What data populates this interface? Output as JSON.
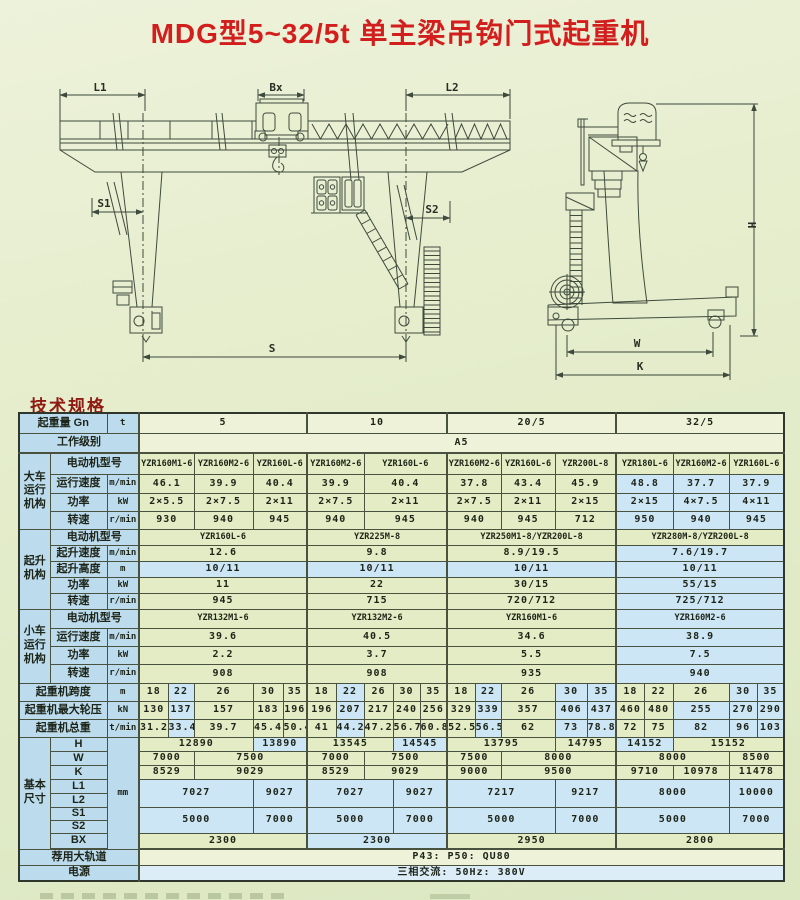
{
  "title": "MDG型5~32/5t 单主梁吊钩门式起重机",
  "spec_heading": "技术规格",
  "drawing": {
    "labels": {
      "L1": "L1",
      "Bx": "Bx",
      "L2": "L2",
      "S1": "S1",
      "S2": "S2",
      "S": "S",
      "H": "H",
      "W": "W",
      "K": "K"
    }
  },
  "colors": {
    "title_red": "#d31e1e",
    "heading_red": "#8e1a12",
    "label_blue": "#bcdcee",
    "data_green": "#e3ecc4",
    "data_blue": "#cde6f5",
    "pale_green": "#edf2d8",
    "grid": "#49523f"
  },
  "table": {
    "rows": [
      [
        {
          "t": "起重量 Gn",
          "c": 2,
          "k": "h"
        },
        {
          "t": "t",
          "k": "u"
        },
        {
          "t": "5",
          "c": 5,
          "k": "p"
        },
        {
          "t": "10",
          "c": 5,
          "k": "p"
        },
        {
          "t": "20/5",
          "c": 5,
          "k": "p"
        },
        {
          "t": "32/5",
          "c": 5,
          "k": "p"
        }
      ],
      [
        {
          "t": "工作级别",
          "c": 3,
          "k": "h"
        },
        {
          "t": "A5",
          "c": 20,
          "k": "p"
        }
      ],
      [
        {
          "t": "大车\n运行\n机构",
          "r": 4,
          "k": "v"
        },
        {
          "t": "电动机型号",
          "c": 2,
          "k": "h"
        },
        {
          "t": "YZR160M1-6",
          "c": 2,
          "k": "m"
        },
        {
          "t": "YZR160M2-6",
          "k": "m"
        },
        {
          "t": "YZR160L-6",
          "c": 2,
          "k": "m"
        },
        {
          "t": "YZR160M2-6",
          "c": 2,
          "k": "m"
        },
        {
          "t": "YZR160L-6",
          "c": 3,
          "k": "m"
        },
        {
          "t": "YZR160M2-6",
          "c": 2,
          "k": "m"
        },
        {
          "t": "YZR160L-6",
          "k": "m"
        },
        {
          "t": "YZR200L-8",
          "c": 2,
          "k": "m"
        },
        {
          "t": "YZR180L-6",
          "c": 2,
          "k": "m"
        },
        {
          "t": "YZR160M2-6",
          "k": "m"
        },
        {
          "t": "YZR160L-6",
          "c": 2,
          "k": "m"
        }
      ],
      [
        {
          "t": "运行速度",
          "k": "h"
        },
        {
          "t": "m/min",
          "k": "u"
        },
        {
          "t": "46.1",
          "c": 2
        },
        {
          "t": "39.9"
        },
        {
          "t": "40.4",
          "c": 2
        },
        {
          "t": "39.9",
          "c": 2
        },
        {
          "t": "40.4",
          "c": 3
        },
        {
          "t": "37.8",
          "c": 2
        },
        {
          "t": "43.4"
        },
        {
          "t": "45.9",
          "c": 2
        },
        {
          "t": "48.8",
          "c": 2,
          "k": "b"
        },
        {
          "t": "37.7",
          "k": "b"
        },
        {
          "t": "37.9",
          "c": 2,
          "k": "b"
        }
      ],
      [
        {
          "t": "功率",
          "k": "h"
        },
        {
          "t": "kW",
          "k": "u"
        },
        {
          "t": "2×5.5",
          "c": 2
        },
        {
          "t": "2×7.5"
        },
        {
          "t": "2×11",
          "c": 2
        },
        {
          "t": "2×7.5",
          "c": 2
        },
        {
          "t": "2×11",
          "c": 3
        },
        {
          "t": "2×7.5",
          "c": 2
        },
        {
          "t": "2×11"
        },
        {
          "t": "2×15",
          "c": 2
        },
        {
          "t": "2×15",
          "c": 2,
          "k": "b"
        },
        {
          "t": "4×7.5",
          "k": "b"
        },
        {
          "t": "4×11",
          "c": 2,
          "k": "b"
        }
      ],
      [
        {
          "t": "转速",
          "k": "h"
        },
        {
          "t": "r/min",
          "k": "u"
        },
        {
          "t": "930",
          "c": 2
        },
        {
          "t": "940"
        },
        {
          "t": "945",
          "c": 2
        },
        {
          "t": "940",
          "c": 2
        },
        {
          "t": "945",
          "c": 3
        },
        {
          "t": "940",
          "c": 2
        },
        {
          "t": "945"
        },
        {
          "t": "712",
          "c": 2
        },
        {
          "t": "950",
          "c": 2,
          "k": "b"
        },
        {
          "t": "940",
          "k": "b"
        },
        {
          "t": "945",
          "c": 2,
          "k": "b"
        }
      ],
      [
        {
          "t": "起升\n机构",
          "r": 5,
          "k": "v"
        },
        {
          "t": "电动机型号",
          "c": 2,
          "k": "h"
        },
        {
          "t": "YZR160L-6",
          "c": 5,
          "k": "m"
        },
        {
          "t": "YZR225M-8",
          "c": 5,
          "k": "m"
        },
        {
          "t": "YZR250M1-8/YZR200L-8",
          "c": 5,
          "k": "m"
        },
        {
          "t": "YZR280M-8/YZR200L-8",
          "c": 5,
          "k": "m"
        }
      ],
      [
        {
          "t": "起升速度",
          "k": "h"
        },
        {
          "t": "m/min",
          "k": "u"
        },
        {
          "t": "12.6",
          "c": 5
        },
        {
          "t": "9.8",
          "c": 5
        },
        {
          "t": "8.9/19.5",
          "c": 5
        },
        {
          "t": "7.6/19.7",
          "c": 5,
          "k": "b"
        }
      ],
      [
        {
          "t": "起升高度",
          "k": "h"
        },
        {
          "t": "m",
          "k": "u"
        },
        {
          "t": "10/11",
          "c": 5,
          "k": "b"
        },
        {
          "t": "10/11",
          "c": 5,
          "k": "b"
        },
        {
          "t": "10/11",
          "c": 5,
          "k": "b"
        },
        {
          "t": "10/11",
          "c": 5,
          "k": "b"
        }
      ],
      [
        {
          "t": "功率",
          "k": "h"
        },
        {
          "t": "kW",
          "k": "u"
        },
        {
          "t": "11",
          "c": 5
        },
        {
          "t": "22",
          "c": 5
        },
        {
          "t": "30/15",
          "c": 5
        },
        {
          "t": "55/15",
          "c": 5,
          "k": "b"
        }
      ],
      [
        {
          "t": "转速",
          "k": "h"
        },
        {
          "t": "r/min",
          "k": "u"
        },
        {
          "t": "945",
          "c": 5
        },
        {
          "t": "715",
          "c": 5
        },
        {
          "t": "720/712",
          "c": 5
        },
        {
          "t": "725/712",
          "c": 5,
          "k": "b"
        }
      ],
      [
        {
          "t": "小车\n运行\n机构",
          "r": 4,
          "k": "v"
        },
        {
          "t": "电动机型号",
          "c": 2,
          "k": "h"
        },
        {
          "t": "YZR132M1-6",
          "c": 5,
          "k": "m"
        },
        {
          "t": "YZR132M2-6",
          "c": 5,
          "k": "m"
        },
        {
          "t": "YZR160M1-6",
          "c": 5,
          "k": "m"
        },
        {
          "t": "YZR160M2-6",
          "c": 5,
          "k": "mb"
        }
      ],
      [
        {
          "t": "运行速度",
          "k": "h"
        },
        {
          "t": "m/min",
          "k": "u"
        },
        {
          "t": "39.6",
          "c": 5
        },
        {
          "t": "40.5",
          "c": 5
        },
        {
          "t": "34.6",
          "c": 5
        },
        {
          "t": "38.9",
          "c": 5,
          "k": "b"
        }
      ],
      [
        {
          "t": "功率",
          "k": "h"
        },
        {
          "t": "kW",
          "k": "u"
        },
        {
          "t": "2.2",
          "c": 5
        },
        {
          "t": "3.7",
          "c": 5
        },
        {
          "t": "5.5",
          "c": 5
        },
        {
          "t": "7.5",
          "c": 5,
          "k": "b"
        }
      ],
      [
        {
          "t": "转速",
          "k": "h"
        },
        {
          "t": "r/min",
          "k": "u"
        },
        {
          "t": "908",
          "c": 5
        },
        {
          "t": "908",
          "c": 5
        },
        {
          "t": "935",
          "c": 5
        },
        {
          "t": "940",
          "c": 5,
          "k": "b"
        }
      ],
      [
        {
          "t": "起重机跨度",
          "c": 2,
          "k": "h"
        },
        {
          "t": "m",
          "k": "u"
        },
        {
          "t": "18"
        },
        {
          "t": "22",
          "k": "b"
        },
        {
          "t": "26"
        },
        {
          "t": "30"
        },
        {
          "t": "35"
        },
        {
          "t": "18"
        },
        {
          "t": "22",
          "k": "b"
        },
        {
          "t": "26"
        },
        {
          "t": "30"
        },
        {
          "t": "35"
        },
        {
          "t": "18"
        },
        {
          "t": "22",
          "k": "b"
        },
        {
          "t": "26"
        },
        {
          "t": "30",
          "k": "b"
        },
        {
          "t": "35",
          "k": "b"
        },
        {
          "t": "18"
        },
        {
          "t": "22"
        },
        {
          "t": "26"
        },
        {
          "t": "30",
          "k": "b"
        },
        {
          "t": "35",
          "k": "b"
        }
      ],
      [
        {
          "t": "起重机最大轮压",
          "c": 2,
          "k": "h"
        },
        {
          "t": "kN",
          "k": "u"
        },
        {
          "t": "130"
        },
        {
          "t": "137",
          "k": "b"
        },
        {
          "t": "157"
        },
        {
          "t": "183"
        },
        {
          "t": "196"
        },
        {
          "t": "196"
        },
        {
          "t": "207",
          "k": "b"
        },
        {
          "t": "217"
        },
        {
          "t": "240"
        },
        {
          "t": "256"
        },
        {
          "t": "329"
        },
        {
          "t": "339",
          "k": "b"
        },
        {
          "t": "357"
        },
        {
          "t": "406",
          "k": "b"
        },
        {
          "t": "437",
          "k": "b"
        },
        {
          "t": "460"
        },
        {
          "t": "480"
        },
        {
          "t": "255",
          "k": "b"
        },
        {
          "t": "270",
          "k": "b"
        },
        {
          "t": "290",
          "k": "b"
        }
      ],
      [
        {
          "t": "起重机总重",
          "c": 2,
          "k": "h"
        },
        {
          "t": "t/min",
          "k": "u"
        },
        {
          "t": "31.2"
        },
        {
          "t": "33.4",
          "k": "b"
        },
        {
          "t": "39.7"
        },
        {
          "t": "45.4"
        },
        {
          "t": "50.4"
        },
        {
          "t": "41"
        },
        {
          "t": "44.2",
          "k": "b"
        },
        {
          "t": "47.2"
        },
        {
          "t": "56.7"
        },
        {
          "t": "60.8"
        },
        {
          "t": "52.5"
        },
        {
          "t": "56.5",
          "k": "b"
        },
        {
          "t": "62"
        },
        {
          "t": "73",
          "k": "b"
        },
        {
          "t": "78.8",
          "k": "b"
        },
        {
          "t": "72"
        },
        {
          "t": "75"
        },
        {
          "t": "82",
          "k": "b"
        },
        {
          "t": "96",
          "k": "b"
        },
        {
          "t": "103",
          "k": "b"
        }
      ],
      [
        {
          "t": "基本\n尺寸",
          "r": 8,
          "k": "v"
        },
        {
          "t": "H",
          "k": "h"
        },
        {
          "t": "mm",
          "r": 8,
          "k": "u"
        },
        {
          "t": "12890",
          "c": 3
        },
        {
          "t": "13890",
          "c": 2,
          "k": "b"
        },
        {
          "t": "13545",
          "c": 3
        },
        {
          "t": "14545",
          "c": 2,
          "k": "b"
        },
        {
          "t": "13795",
          "c": 3
        },
        {
          "t": "14795",
          "c": 2
        },
        {
          "t": "14152",
          "c": 2,
          "k": "b"
        },
        {
          "t": "15152",
          "c": 3
        }
      ],
      [
        {
          "t": "W",
          "k": "h"
        },
        {
          "t": "7000",
          "c": 2
        },
        {
          "t": "7500",
          "c": 3
        },
        {
          "t": "7000",
          "c": 2
        },
        {
          "t": "7500",
          "c": 3
        },
        {
          "t": "7500",
          "c": 2
        },
        {
          "t": "8000",
          "c": 3
        },
        {
          "t": "8000",
          "c": 3
        },
        {
          "t": "8500",
          "c": 2
        }
      ],
      [
        {
          "t": "K",
          "k": "h"
        },
        {
          "t": "8529",
          "c": 2
        },
        {
          "t": "9029",
          "c": 3
        },
        {
          "t": "8529",
          "c": 2
        },
        {
          "t": "9029",
          "c": 3
        },
        {
          "t": "9000",
          "c": 2
        },
        {
          "t": "9500",
          "c": 3
        },
        {
          "t": "9710",
          "c": 2
        },
        {
          "t": "10978"
        },
        {
          "t": "11478",
          "c": 2
        }
      ],
      [
        {
          "t": "L1",
          "k": "h"
        },
        {
          "t": "7027",
          "c": 3,
          "r": 2,
          "k": "b"
        },
        {
          "t": "9027",
          "c": 2,
          "r": 2,
          "k": "b"
        },
        {
          "t": "7027",
          "c": 3,
          "r": 2,
          "k": "b"
        },
        {
          "t": "9027",
          "c": 2,
          "r": 2,
          "k": "b"
        },
        {
          "t": "7217",
          "c": 3,
          "r": 2,
          "k": "b"
        },
        {
          "t": "9217",
          "c": 2,
          "r": 2,
          "k": "b"
        },
        {
          "t": "8000",
          "c": 3,
          "r": 2,
          "k": "b"
        },
        {
          "t": "10000",
          "c": 2,
          "r": 2,
          "k": "b"
        }
      ],
      [
        {
          "t": "L2",
          "k": "h"
        }
      ],
      [
        {
          "t": "S1",
          "k": "h"
        },
        {
          "t": "5000",
          "c": 3,
          "r": 2,
          "k": "b"
        },
        {
          "t": "7000",
          "c": 2,
          "r": 2,
          "k": "b"
        },
        {
          "t": "5000",
          "c": 3,
          "r": 2,
          "k": "b"
        },
        {
          "t": "7000",
          "c": 2,
          "r": 2,
          "k": "b"
        },
        {
          "t": "5000",
          "c": 3,
          "r": 2,
          "k": "b"
        },
        {
          "t": "7000",
          "c": 2,
          "r": 2,
          "k": "b"
        },
        {
          "t": "5000",
          "c": 3,
          "r": 2,
          "k": "b"
        },
        {
          "t": "7000",
          "c": 2,
          "r": 2,
          "k": "b"
        }
      ],
      [
        {
          "t": "S2",
          "k": "h"
        }
      ],
      [
        {
          "t": "BX",
          "k": "h"
        },
        {
          "t": "2300",
          "c": 5
        },
        {
          "t": "2300",
          "c": 5,
          "k": "b"
        },
        {
          "t": "2950",
          "c": 5
        },
        {
          "t": "2800",
          "c": 5
        }
      ],
      [
        {
          "t": "荐用大轨道",
          "c": 3,
          "k": "h"
        },
        {
          "t": "P43:    P50:    QU80",
          "c": 20,
          "k": "p"
        }
      ],
      [
        {
          "t": "电源",
          "c": 3,
          "k": "h"
        },
        {
          "t": "三相交流:   50Hz:   380V",
          "c": 20,
          "k": "pb"
        }
      ]
    ]
  }
}
